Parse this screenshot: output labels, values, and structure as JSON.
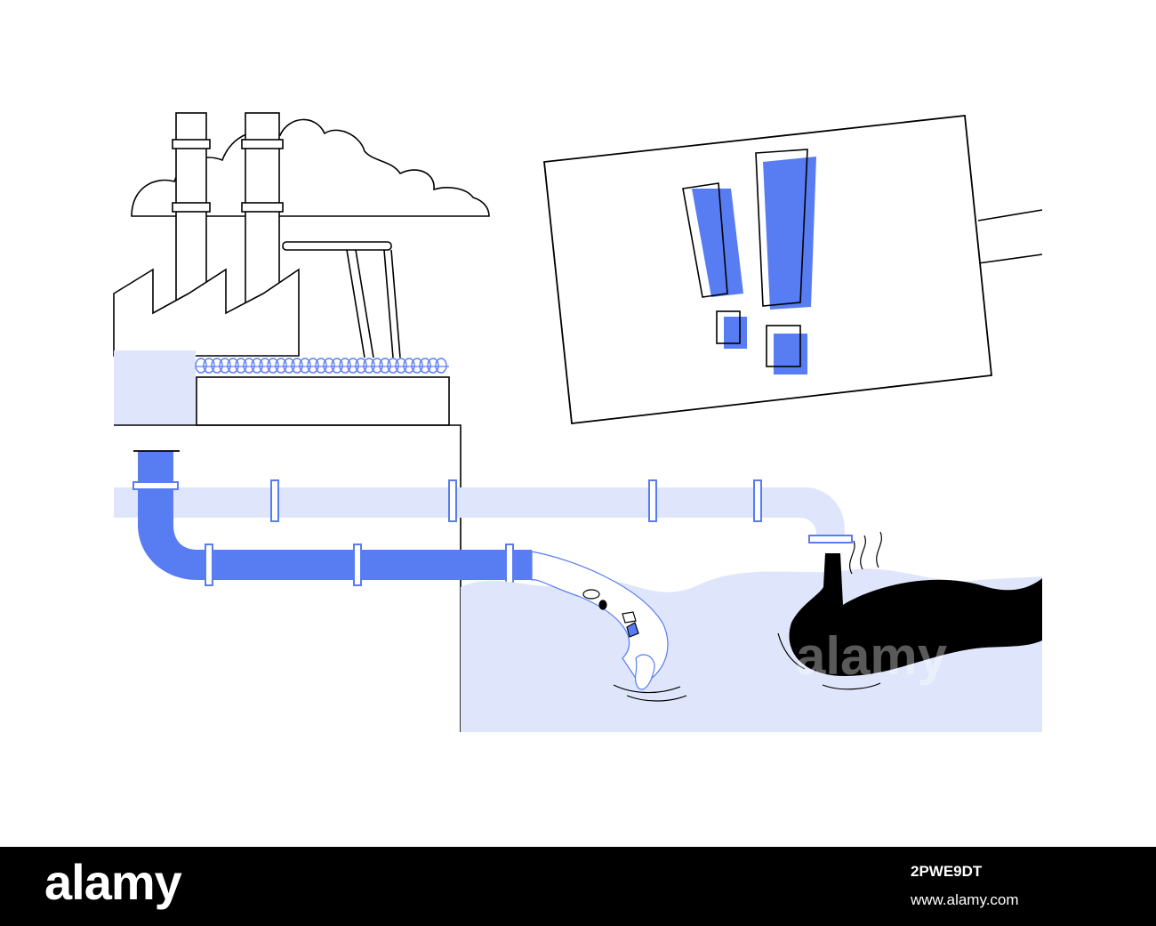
{
  "illustration": {
    "subject": "industrial water pollution",
    "colors": {
      "blue": "#587cf2",
      "light_blue": "#dfe6fb",
      "outline": "#000000",
      "oil": "#000000"
    }
  },
  "watermark": {
    "text": "alamy"
  },
  "stock_bar": {
    "logo": "alamy",
    "image_id": "2PWE9DT",
    "url": "www.alamy.com"
  }
}
